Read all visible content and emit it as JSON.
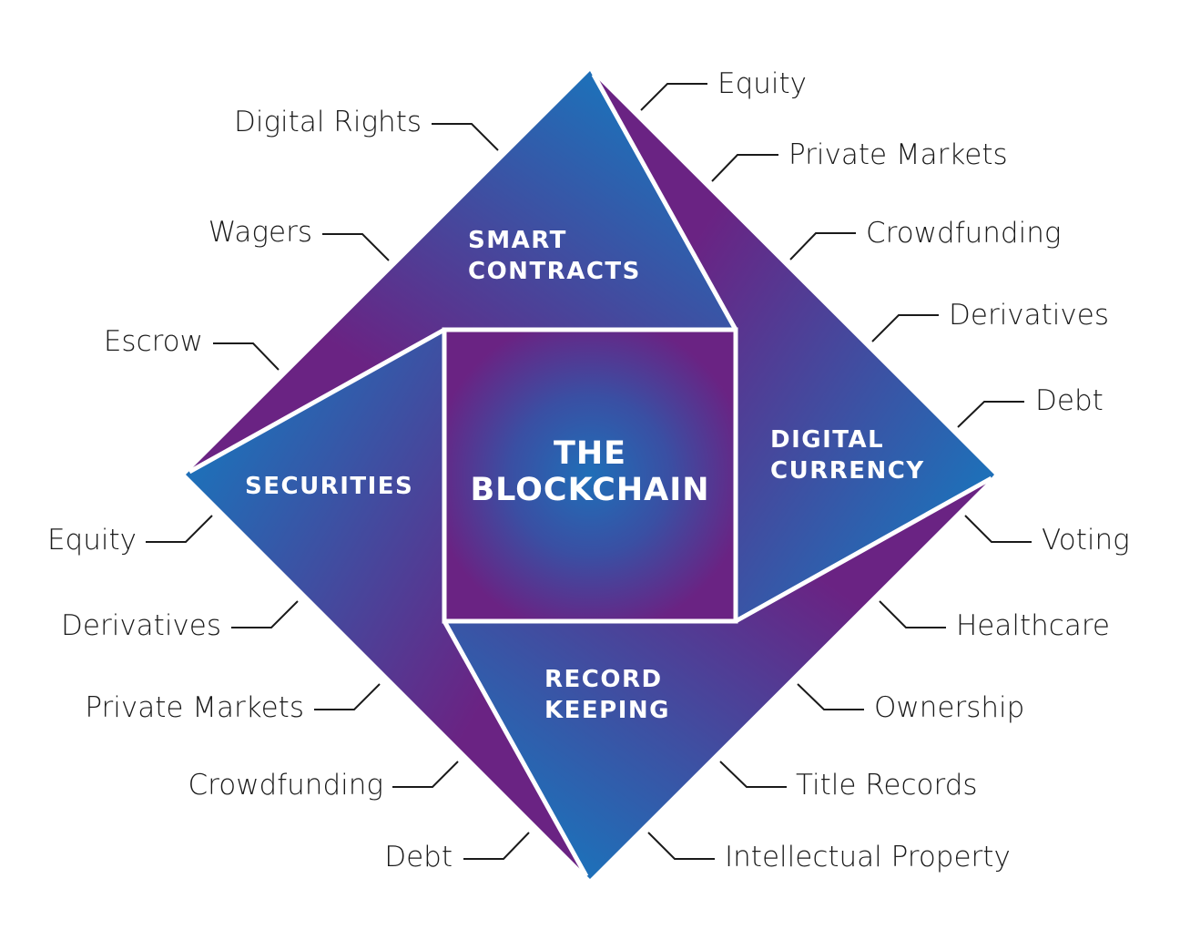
{
  "center": {
    "line1": "THE",
    "line2": "BLOCKCHAIN"
  },
  "quadrants": {
    "smart_contracts": {
      "line1": "SMART",
      "line2": "CONTRACTS"
    },
    "digital_currency": {
      "line1": "DIGITAL",
      "line2": "CURRENCY"
    },
    "record_keeping": {
      "line1": "RECORD",
      "line2": "KEEPING"
    },
    "securities": {
      "line1": "SECURITIES"
    }
  },
  "labels_left": [
    "Digital Rights",
    "Wagers",
    "Escrow",
    "Equity",
    "Derivatives",
    "Private Markets",
    "Crowdfunding",
    "Debt"
  ],
  "labels_right": [
    "Equity",
    "Private Markets",
    "Crowdfunding",
    "Derivatives",
    "Debt",
    "Voting",
    "Healthcare",
    "Ownership",
    "Title Records",
    "Intellectual Property"
  ],
  "colors": {
    "blue": "#1f6fb8",
    "purple": "#6a2383",
    "line": "#ffffff"
  }
}
